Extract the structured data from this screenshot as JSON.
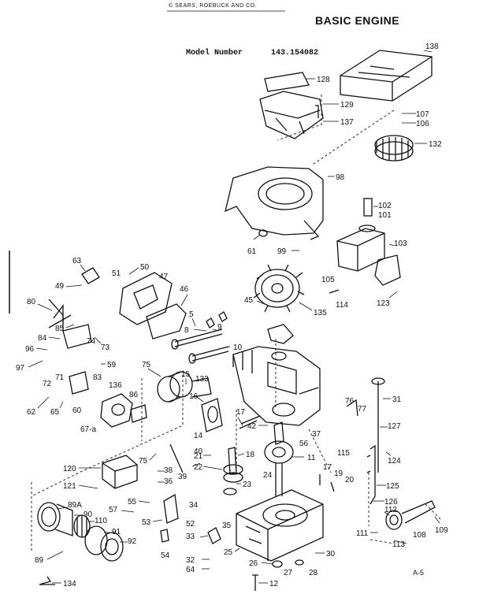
{
  "header": {
    "doc_header": "© SEARS, ROEBUCK AND CO.",
    "title": "BASIC ENGINE",
    "model_label": "Model Number",
    "model_number": "143.154082",
    "page_code": "A-5"
  },
  "callouts": {
    "p5": "5",
    "p8": "8",
    "p9": "9",
    "p10": "10",
    "p11": "11",
    "p12": "12",
    "p14": "14",
    "p15": "15",
    "p16": "16",
    "p17": "17",
    "p17b": "17",
    "p18": "18",
    "p19": "19",
    "p20": "20",
    "p21": "21",
    "p22": "22",
    "p23": "23",
    "p24": "24",
    "p25": "25",
    "p26": "26",
    "p27": "27",
    "p28": "28",
    "p30": "30",
    "p31": "31",
    "p32": "32",
    "p33": "33",
    "p34": "34",
    "p35": "35",
    "p36": "36",
    "p37": "37",
    "p38": "38",
    "p39": "39",
    "p40": "40",
    "p42": "42",
    "p45": "45",
    "p46": "46",
    "p47": "47",
    "p49": "49",
    "p50": "50",
    "p51": "51",
    "p52": "52",
    "p53": "53",
    "p54": "54",
    "p55": "55",
    "p56": "56",
    "p57": "57",
    "p59": "59",
    "p60": "60",
    "p61": "61",
    "p62": "62",
    "p63": "63",
    "p64": "64",
    "p65": "65",
    "p67a": "67-a",
    "p71": "71",
    "p72": "72",
    "p73": "73",
    "p74": "74",
    "p75": "75",
    "p75b": "75",
    "p76": "76",
    "p77": "77",
    "p80": "80",
    "p83": "83",
    "p84": "84",
    "p85": "85",
    "p86": "86",
    "p89": "89",
    "p89a": "89A",
    "p90": "90",
    "p91": "91",
    "p92": "92",
    "p96": "96",
    "p97": "97",
    "p98": "98",
    "p99": "99",
    "p101": "101",
    "p102": "102",
    "p103": "103",
    "p105": "105",
    "p106": "106",
    "p107": "107",
    "p108": "108",
    "p109": "109",
    "p110": "110",
    "p111": "111",
    "p112": "112",
    "p113": "113",
    "p114": "114",
    "p115": "115",
    "p120": "120",
    "p121": "121",
    "p123": "123",
    "p124": "124",
    "p125": "125",
    "p126": "126",
    "p127": "127",
    "p128": "128",
    "p129": "129",
    "p132": "132",
    "p133": "133",
    "p134": "134",
    "p135": "135",
    "p136": "136",
    "p137": "137",
    "p138": "138"
  }
}
